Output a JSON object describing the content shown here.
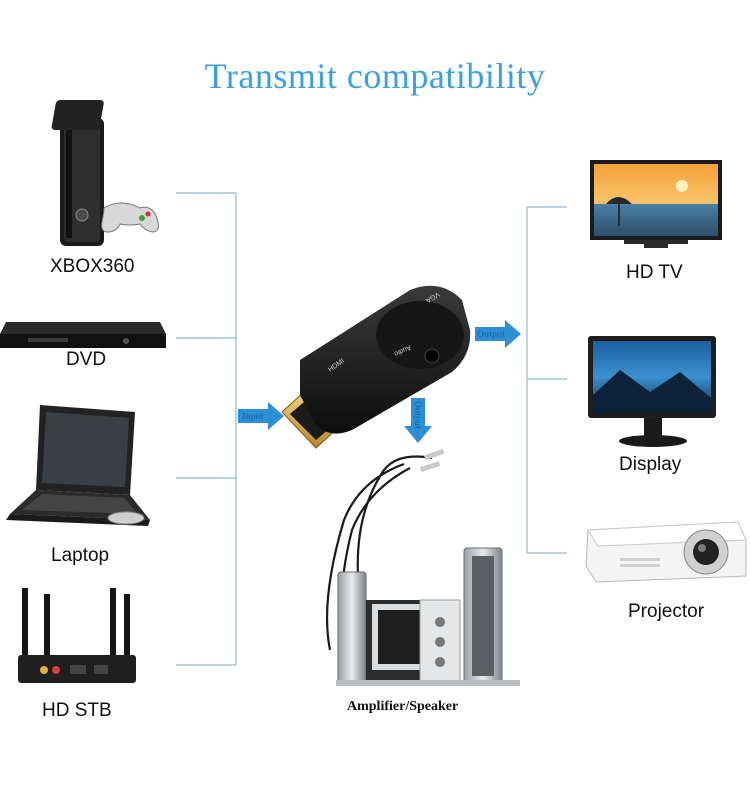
{
  "title": "Transmit compatibility",
  "sources": [
    {
      "label": "XBOX360",
      "icon": "xbox360-console-icon"
    },
    {
      "label": "DVD",
      "icon": "dvd-player-icon"
    },
    {
      "label": "Laptop",
      "icon": "laptop-icon"
    },
    {
      "label": "HD STB",
      "icon": "hd-set-top-box-icon"
    }
  ],
  "outputs": [
    {
      "label": "HD TV",
      "icon": "hd-tv-icon"
    },
    {
      "label": "Display",
      "icon": "display-monitor-icon"
    },
    {
      "label": "Projector",
      "icon": "projector-icon"
    }
  ],
  "connectors": {
    "input_label": "Input",
    "output_label": "Output",
    "audio_output_label": "Output",
    "adapter_hdmi_text": "HDMI",
    "adapter_vga_text": "VGA",
    "adapter_audio_text": "Audio"
  },
  "audio_device": {
    "label": "Amplifier/Speaker",
    "icon": "speaker-system-icon"
  },
  "colors": {
    "title": "#3aa0e0",
    "lines": "#8fb8d8",
    "arrows": "#2d8fd6"
  }
}
